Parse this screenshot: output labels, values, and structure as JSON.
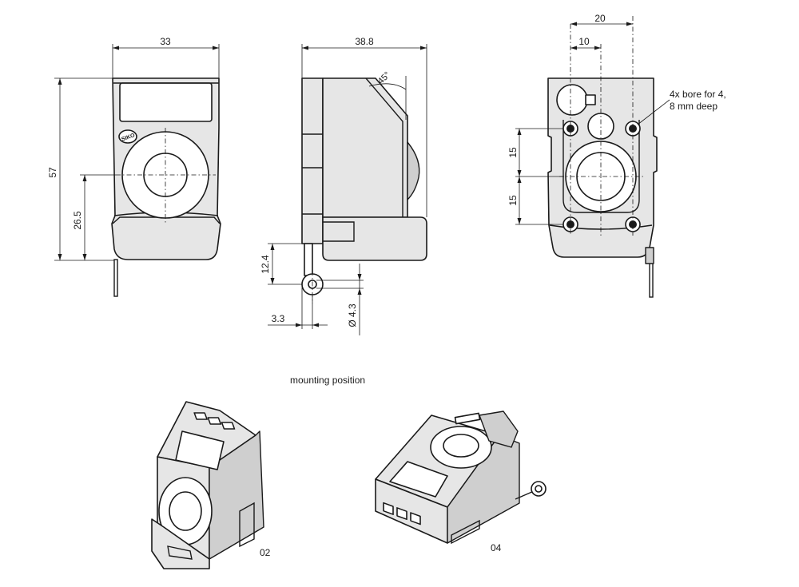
{
  "dimensions": {
    "front_width": "33",
    "front_height": "57",
    "front_axis_height": "26.5",
    "side_depth": "38.8",
    "side_angle": "45°",
    "lug_height": "12.4",
    "lug_offset": "3.3",
    "lug_hole": "Ø 4.3",
    "back_outer_spacing": "20",
    "back_inner_spacing": "10",
    "back_upper_spacing": "15",
    "back_lower_spacing": "15"
  },
  "annotations": {
    "bores_line1": "4x bore for 4,",
    "bores_line2": "8 mm deep",
    "logo": "SIKO"
  },
  "mounting": {
    "heading": "mounting position",
    "position_a": "02",
    "position_b": "04"
  }
}
